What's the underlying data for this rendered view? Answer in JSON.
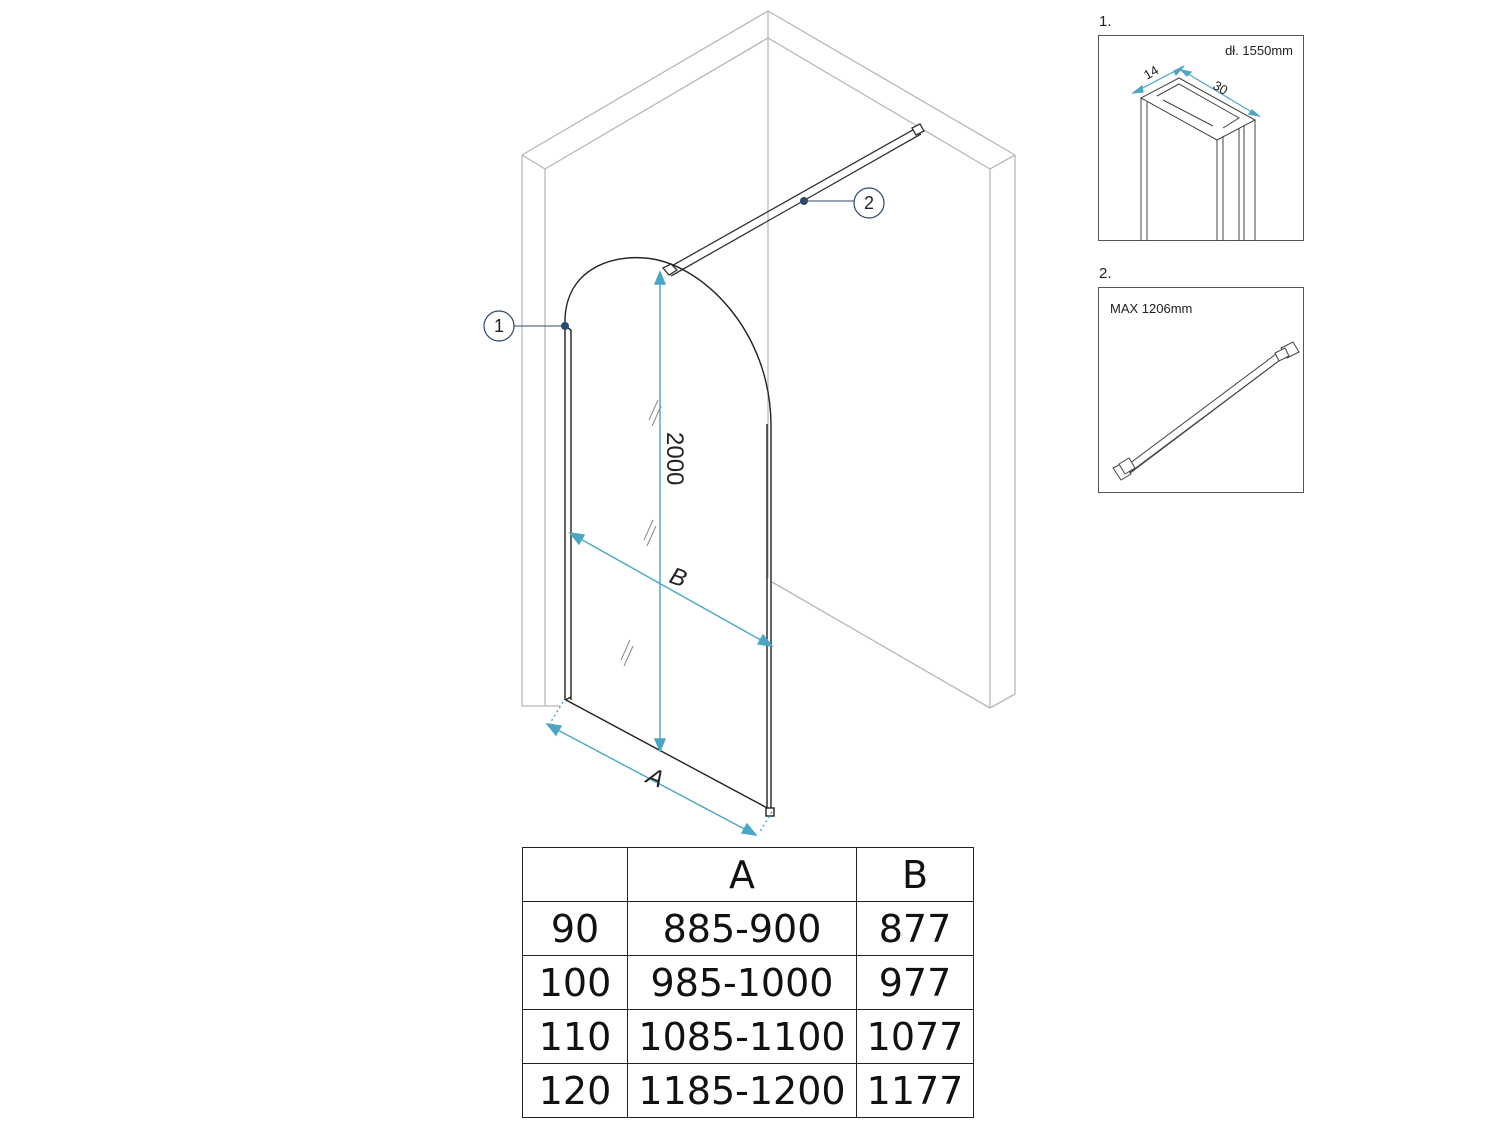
{
  "callouts": {
    "c1": "1",
    "c2": "2"
  },
  "dimensions": {
    "height": "2000",
    "b": "B",
    "a": "A"
  },
  "details": [
    {
      "number": "1.",
      "note": "dł. 1550mm",
      "dim_depth": "14",
      "dim_width": "30"
    },
    {
      "number": "2.",
      "note": "MAX 1206mm"
    }
  ],
  "table": {
    "headers": [
      "",
      "A",
      "B"
    ],
    "rows": [
      [
        "90",
        "885-900",
        "877"
      ],
      [
        "100",
        "985-1000",
        "977"
      ],
      [
        "110",
        "1085-1100",
        "1077"
      ],
      [
        "120",
        "1185-1200",
        "1177"
      ]
    ]
  },
  "colors": {
    "line": "#333333",
    "wall": "#b5b5b5",
    "dimension": "#4aa6c4",
    "callout_dot": "#2a4a6e"
  }
}
